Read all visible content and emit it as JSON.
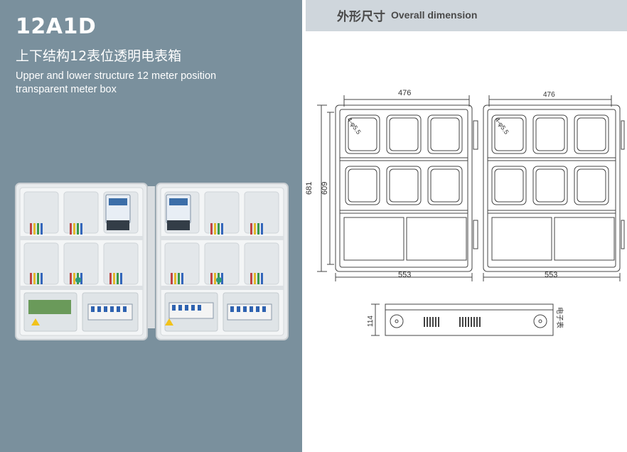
{
  "product": {
    "model": "12A1D",
    "title_cn": "上下结构12表位透明电表箱",
    "title_en_line1": "Upper and lower structure 12 meter position",
    "title_en_line2": "transparent meter box"
  },
  "dimension_header": {
    "title_cn": "外形尺寸",
    "title_en": "Overall dimension"
  },
  "drawing": {
    "width_top_left": "476",
    "width_top_right": "476",
    "height_outer": "681",
    "height_inner": "609",
    "width_bottom_left": "553",
    "width_bottom_right": "553",
    "depth": "114",
    "hole_label_left": "4-φ5.5",
    "hole_label_right": "4-φ5.5",
    "side_label": "电子表"
  },
  "colors": {
    "left_panel": "#7a909d",
    "header_band": "#cfd6dc"
  }
}
